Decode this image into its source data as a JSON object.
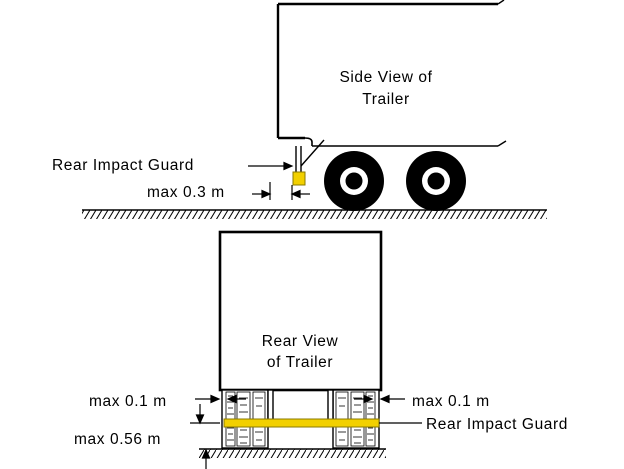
{
  "side_view": {
    "title_line1": "Side View of",
    "title_line2": "Trailer",
    "guard_label": "Rear Impact Guard",
    "offset_label": "max 0.3 m"
  },
  "rear_view": {
    "title_line1": "Rear View",
    "title_line2": "of Trailer",
    "left_width_label": "max 0.1 m",
    "right_width_label": "max 0.1 m",
    "guard_label": "Rear Impact Guard",
    "height_label": "max 0.56 m"
  },
  "colors": {
    "guard": "#f2d000",
    "guard_outline": "#8a7a00",
    "line": "#000000",
    "background": "#ffffff"
  }
}
